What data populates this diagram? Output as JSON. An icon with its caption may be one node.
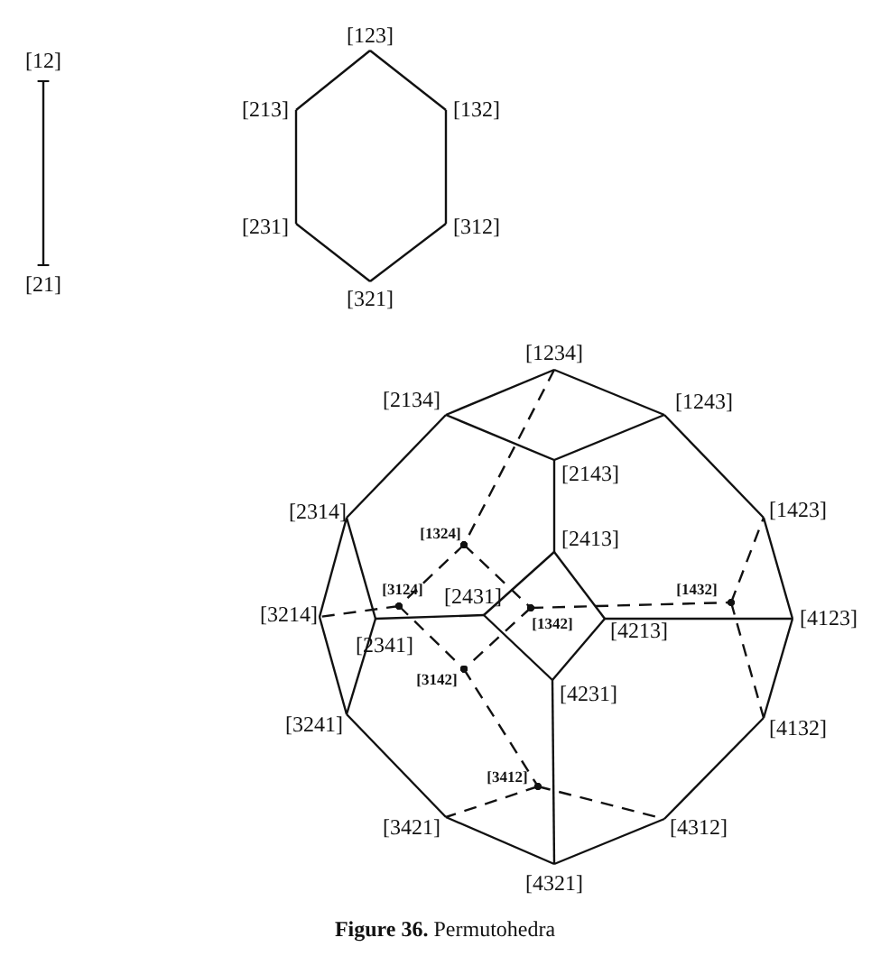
{
  "diagram": {
    "caption": "**Figure 36.** Permutohedra",
    "nodes": [
      {
        "text": [
          "[12]"
        ]
      },
      {
        "text": [
          "[21]"
        ]
      },
      {
        "text": [
          "[123]"
        ]
      },
      {
        "text": [
          "[213]"
        ]
      },
      {
        "text": [
          "[132]"
        ]
      },
      {
        "text": [
          "[231]"
        ]
      },
      {
        "text": [
          "[312]"
        ]
      },
      {
        "text": [
          "[321]"
        ]
      },
      {
        "text": [
          "[1234]"
        ]
      },
      {
        "text": [
          "[2134]"
        ]
      },
      {
        "text": [
          "[1243]"
        ]
      },
      {
        "text": [
          "[2143]"
        ]
      },
      {
        "text": [
          "[2314]"
        ]
      },
      {
        "text": [
          "[1423]"
        ]
      },
      {
        "text": [
          "[1324]"
        ]
      },
      {
        "text": [
          "[2413]"
        ]
      },
      {
        "text": [
          "[3124]"
        ]
      },
      {
        "text": [
          "[2431]"
        ]
      },
      {
        "text": [
          "[1342]"
        ]
      },
      {
        "text": [
          "[1432]"
        ]
      },
      {
        "text": [
          "[3214]"
        ]
      },
      {
        "text": [
          "[2341]"
        ]
      },
      {
        "text": [
          "[4213]"
        ]
      },
      {
        "text": [
          "[4123]"
        ]
      },
      {
        "text": [
          "[3142]"
        ]
      },
      {
        "text": [
          "[4231]"
        ]
      },
      {
        "text": [
          "[3241]"
        ]
      },
      {
        "text": [
          "[4132]"
        ]
      },
      {
        "text": [
          "[3412]"
        ]
      },
      {
        "text": [
          "[3421]"
        ]
      },
      {
        "text": [
          "[4312]"
        ]
      },
      {
        "text": [
          "[4321]"
        ]
      }
    ],
    "edges": [
      {
        "from": 0,
        "to": 1,
        "arrow": "other"
      },
      {
        "from": 2,
        "to": 3,
        "arrow": "none"
      },
      {
        "from": 2,
        "to": 4,
        "arrow": "none"
      },
      {
        "from": 3,
        "to": 5,
        "arrow": "none"
      },
      {
        "from": 4,
        "to": 6,
        "arrow": "none"
      },
      {
        "from": 5,
        "to": 7,
        "arrow": "none"
      },
      {
        "from": 6,
        "to": 7,
        "arrow": "none"
      },
      {
        "from": 8,
        "to": 9,
        "arrow": "none"
      },
      {
        "from": 8,
        "to": 10,
        "arrow": "none"
      },
      {
        "from": 9,
        "to": 12,
        "arrow": "none"
      },
      {
        "from": 10,
        "to": 13,
        "arrow": "none"
      },
      {
        "from": 12,
        "to": 20,
        "arrow": "none"
      },
      {
        "from": 13,
        "to": 23,
        "arrow": "none"
      },
      {
        "from": 20,
        "to": 26,
        "arrow": "none"
      },
      {
        "from": 23,
        "to": 27,
        "arrow": "none"
      },
      {
        "from": 26,
        "to": 29,
        "arrow": "none"
      },
      {
        "from": 27,
        "to": 30,
        "arrow": "none"
      },
      {
        "from": 29,
        "to": 31,
        "arrow": "none"
      },
      {
        "from": 30,
        "to": 31,
        "arrow": "none"
      },
      {
        "from": 9,
        "to": 11,
        "arrow": "none"
      },
      {
        "from": 10,
        "to": 11,
        "arrow": "none"
      },
      {
        "from": 11,
        "to": 15,
        "arrow": "none"
      },
      {
        "from": 15,
        "to": 17,
        "arrow": "none"
      },
      {
        "from": 15,
        "to": 22,
        "arrow": "none"
      },
      {
        "from": 17,
        "to": 25,
        "arrow": "none"
      },
      {
        "from": 22,
        "to": 25,
        "arrow": "none"
      },
      {
        "from": 25,
        "to": 31,
        "arrow": "none"
      },
      {
        "from": 12,
        "to": 21,
        "arrow": "none"
      },
      {
        "from": 26,
        "to": 21,
        "arrow": "none"
      },
      {
        "from": 21,
        "to": 17,
        "arrow": "none"
      },
      {
        "from": 22,
        "to": 23,
        "arrow": "none"
      },
      {
        "from": 8,
        "to": 14,
        "arrow": "other",
        "style": "dashed"
      },
      {
        "from": 14,
        "to": 16,
        "arrow": "other",
        "style": "dashed"
      },
      {
        "from": 14,
        "to": 18,
        "arrow": "other",
        "style": "dashed"
      },
      {
        "from": 16,
        "to": 20,
        "arrow": "other",
        "style": "dashed"
      },
      {
        "from": 16,
        "to": 24,
        "arrow": "other",
        "style": "dashed"
      },
      {
        "from": 18,
        "to": 19,
        "arrow": "other",
        "style": "dashed"
      },
      {
        "from": 18,
        "to": 24,
        "arrow": "other",
        "style": "dashed"
      },
      {
        "from": 19,
        "to": 13,
        "arrow": "other",
        "style": "dashed"
      },
      {
        "from": 19,
        "to": 27,
        "arrow": "other",
        "style": "dashed"
      },
      {
        "from": 24,
        "to": 28,
        "arrow": "other",
        "style": "dashed"
      },
      {
        "from": 28,
        "to": 29,
        "arrow": "other",
        "style": "dashed"
      },
      {
        "from": 28,
        "to": 30,
        "arrow": "other",
        "style": "dashed"
      }
    ]
  }
}
